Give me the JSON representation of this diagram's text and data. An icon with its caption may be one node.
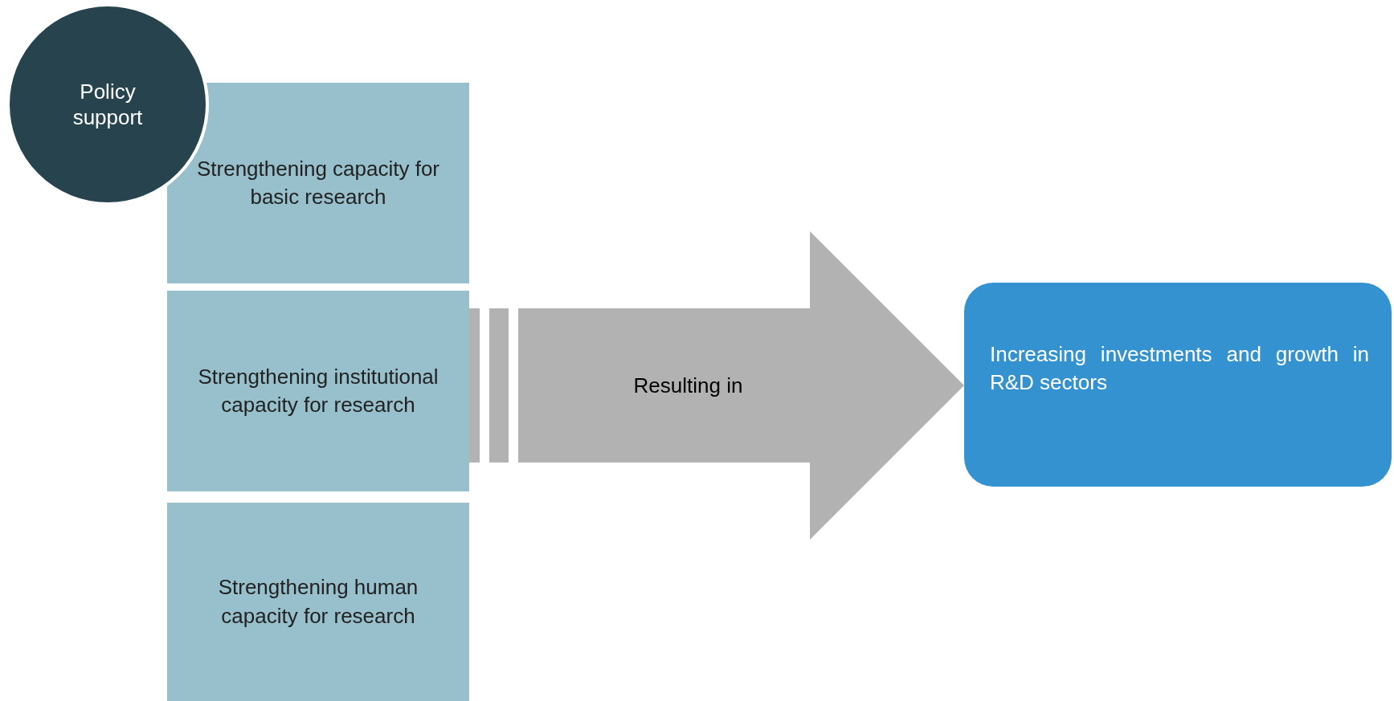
{
  "diagram": {
    "nodes": [
      {
        "text": [
          "Policy support"
        ]
      },
      {
        "text": [
          "Strengthening capacity for basic research"
        ]
      },
      {
        "text": [
          "Strengthening institutional capacity for research"
        ]
      },
      {
        "text": [
          "Strengthening human capacity for research"
        ]
      },
      {
        "text": [
          "Increasing investments and growth in R&D sectors"
        ]
      }
    ],
    "edges": [
      {
        "from": 2,
        "to": 4,
        "arrow": "to",
        "label": "Resulting in",
        "style": "thick"
      }
    ]
  }
}
